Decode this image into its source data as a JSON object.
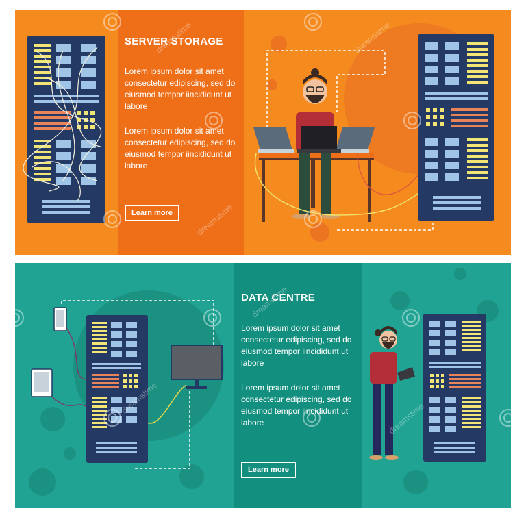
{
  "server_storage": {
    "title": "SERVER STORAGE",
    "paragraph_1": "Lorem ipsum dolor sit amet consectetur edipiscing, sed do eiusmod tempor iincididunt ut labore",
    "paragraph_2": "Lorem ipsum dolor sit amet consectetur edipiscing, sed do eiusmod tempor iincididunt ut labore",
    "button_label": "Learn more"
  },
  "data_centre": {
    "title": "DATA CENTRE",
    "paragraph_1": "Lorem ipsum dolor sit amet consectetur edipiscing, sed do eiusmod tempor iincididunt ut labore",
    "paragraph_2": "Lorem ipsum dolor sit amet consectetur edipiscing, sed do eiusmod tempor iincididunt ut labore",
    "button_label": "Learn more"
  },
  "watermark": {
    "text": "dreamstime"
  },
  "colors": {
    "orange_bg": "#f58a1f",
    "orange_panel": "#ef6f19",
    "teal_bg": "#20a393",
    "teal_panel": "#138f7f",
    "rack_dark": "#243a64",
    "rack_light": "#9fc4e6",
    "rack_yellow": "#f3e476"
  }
}
